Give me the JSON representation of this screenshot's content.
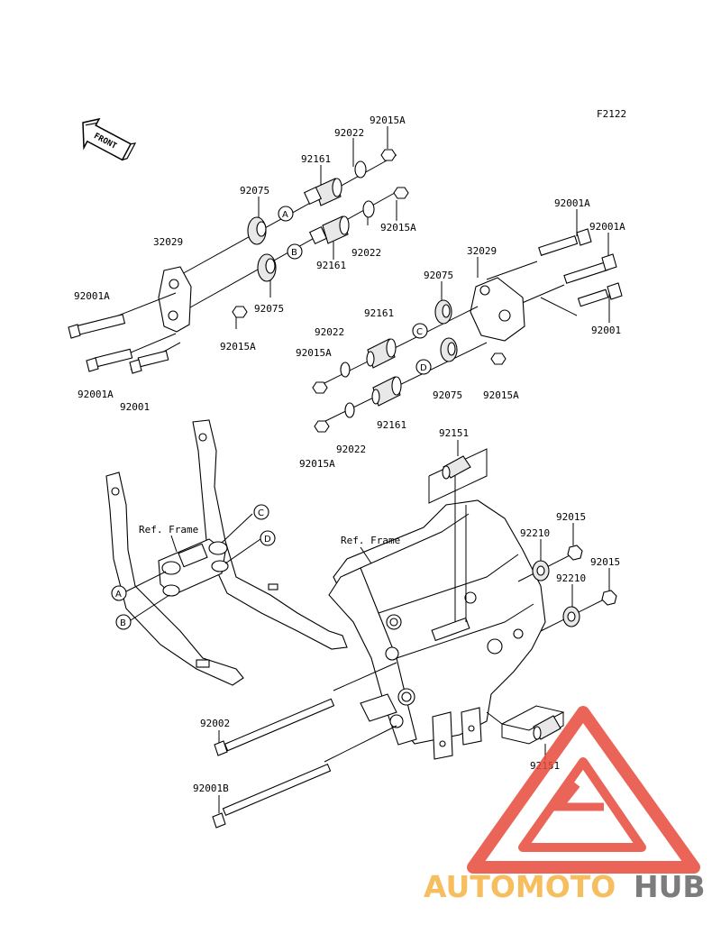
{
  "diagram_code": "F2122",
  "front_label": "FRONT",
  "ref_frame_1": "Ref. Frame",
  "ref_frame_2": "Ref. Frame",
  "watermark": {
    "part1": "AUTOMOTO",
    "part2": "HUB",
    "color_orange": "#f5b342",
    "color_red": "#e84a3c",
    "color_gray": "#666666"
  },
  "markers": {
    "a": "A",
    "b": "B",
    "c": "C",
    "d": "D"
  },
  "parts": {
    "p92015A_1": "92015A",
    "p92022_1": "92022",
    "p92161_1": "92161",
    "p92075_1": "92075",
    "p92015A_2": "92015A",
    "p92022_2": "92022",
    "p92161_2": "92161",
    "p32029_1": "32029",
    "p92075_2": "92075",
    "p92001A_1": "92001A",
    "p92015A_3": "92015A",
    "p92001A_2": "92001A",
    "p92001_1": "92001",
    "p92001A_3": "92001A",
    "p92001A_4": "92001A",
    "p32029_2": "32029",
    "p92075_3": "92075",
    "p92161_3": "92161",
    "p92022_3": "92022",
    "p92015A_4": "92015A",
    "p92001_2": "92001",
    "p92075_4": "92075",
    "p92015A_5": "92015A",
    "p92161_4": "92161",
    "p92022_4": "92022",
    "p92015A_6": "92015A",
    "p92151_1": "92151",
    "p92015_1": "92015",
    "p92210_1": "92210",
    "p92015_2": "92015",
    "p92210_2": "92210",
    "p92002": "92002",
    "p92001B": "92001B",
    "p92151_2": "92151"
  }
}
